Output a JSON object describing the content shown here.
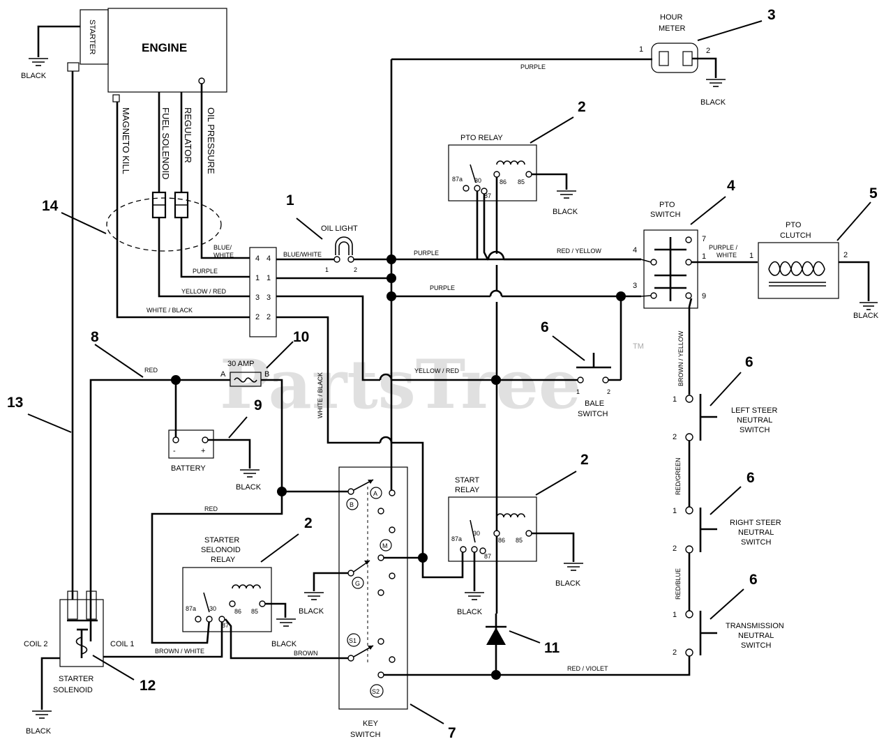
{
  "components": {
    "engine": "ENGINE",
    "starter": "STARTER",
    "hour_meter": [
      "HOUR",
      "METER"
    ],
    "pto_relay": "PTO RELAY",
    "pto_switch": [
      "PTO",
      "SWITCH"
    ],
    "pto_clutch": [
      "PTO",
      "CLUTCH"
    ],
    "oil_light": "OIL LIGHT",
    "bale_switch": [
      "BALE",
      "SWITCH"
    ],
    "fuse": "30 AMP",
    "battery": "BATTERY",
    "start_relay": [
      "START",
      "RELAY"
    ],
    "starter_solenoid_relay": [
      "STARTER",
      "SELONOID",
      "RELAY"
    ],
    "starter_solenoid": [
      "STARTER",
      "SOLENOID"
    ],
    "coil_1": "COIL 1",
    "coil_2": "COIL 2",
    "key_switch": [
      "KEY",
      "SWITCH"
    ],
    "left_steer": [
      "LEFT STEER",
      "NEUTRAL",
      "SWITCH"
    ],
    "right_steer": [
      "RIGHT STEER",
      "NEUTRAL",
      "SWITCH"
    ],
    "transmission": [
      "TRANSMISSION",
      "NEUTRAL",
      "SWITCH"
    ]
  },
  "engine_leads": [
    "MAGNETO KILL",
    "FUEL SOLENOID",
    "REGULATOR",
    "OIL PRESSURE"
  ],
  "wires": {
    "black": "BLACK",
    "purple": "PURPLE",
    "red_yellow": "RED / YELLOW",
    "purple_white": [
      "PURPLE /",
      "WHITE"
    ],
    "blue_white_split": [
      "BLUE/",
      "WHITE"
    ],
    "blue_white": "BLUE/WHITE",
    "yellow_red": "YELLOW / RED",
    "white_black_h": "WHITE / BLACK",
    "white_black_v": "WHITE / BLACK",
    "red": "RED",
    "red2": "RED",
    "brown_yellow": "BROWN / YELLOW",
    "red_green": "RED/GREEN",
    "red_blue": "RED/BLUE",
    "red_violet": "RED / VIOLET",
    "brown_white": "BROWN / WHITE",
    "brown": "BROWN"
  },
  "pins": {
    "one": "1",
    "two": "2",
    "three": "3",
    "four": "4",
    "seven": "7",
    "nine": "9",
    "relay_87a": "87a",
    "relay_30": "30",
    "relay_87": "87",
    "relay_86": "86",
    "relay_85": "85",
    "fuse_a": "A",
    "fuse_b": "B",
    "batt_neg": "-",
    "batt_pos": "+"
  },
  "key_positions": [
    "A",
    "B",
    "M",
    "G",
    "S1",
    "S2"
  ],
  "callouts": [
    "1",
    "2",
    "3",
    "4",
    "5",
    "6",
    "7",
    "8",
    "9",
    "10",
    "11",
    "12",
    "13",
    "14"
  ],
  "watermark": {
    "text": "PartsTree",
    "tm": "TM"
  }
}
